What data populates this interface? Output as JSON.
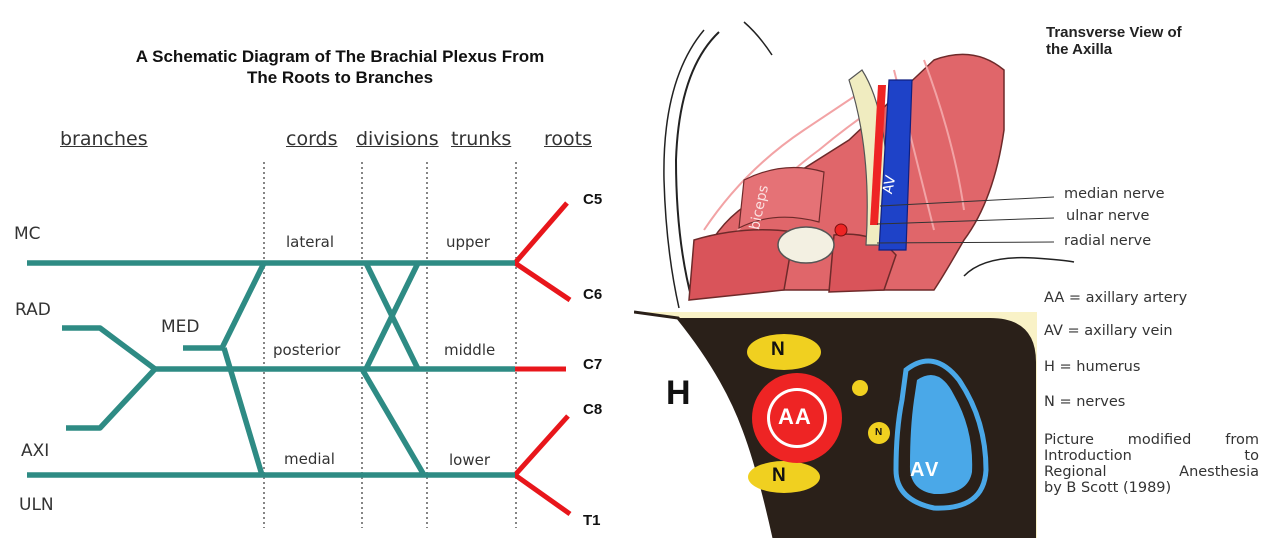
{
  "left": {
    "title_line1": "A Schematic Diagram of The Brachial Plexus From",
    "title_line2": "The Roots to Branches",
    "headers": {
      "branches": "branches",
      "cords": "cords",
      "divisions": "divisions",
      "trunks": "trunks",
      "roots": "roots"
    },
    "branches": {
      "mc": "MC",
      "rad": "RAD",
      "med": "MED",
      "axi": "AXI",
      "uln": "ULN"
    },
    "cords": {
      "lateral": "lateral",
      "posterior": "posterior",
      "medial": "medial"
    },
    "trunks": {
      "upper": "upper",
      "middle": "middle",
      "lower": "lower"
    },
    "roots": {
      "c5": "C5",
      "c6": "C6",
      "c7": "C7",
      "c8": "C8",
      "t1": "T1"
    },
    "colors": {
      "nerve": "#2e8b84",
      "root": "#e8161b"
    }
  },
  "right": {
    "title_line1": "Transverse View of",
    "title_line2": "the Axilla",
    "muscle_label": "biceps",
    "vein_label": "AV",
    "callouts": {
      "median": "median nerve",
      "ulnar": "ulnar nerve",
      "radial": "radial nerve"
    },
    "legend": {
      "aa": "AA = axillary artery",
      "av": "AV = axillary vein",
      "h": "H = humerus",
      "n": "N = nerves"
    },
    "caption_lines": [
      "Picture modified from",
      "Introduction to",
      "Regional Anesthesia",
      "by B Scott (1989)"
    ],
    "schematic": {
      "h": "H",
      "aa": "AA",
      "av": "AV",
      "n_top": "N",
      "n_bottom": "N",
      "n_small": "N"
    },
    "colors": {
      "muscle": "#e0666a",
      "artery": "#ee2424",
      "vein": "#1e42c8",
      "schematic_bg": "#f9f2c7",
      "schematic_dark": "#2a2019",
      "nerve": "#f0d020",
      "vein_light": "#4aa8e8"
    }
  }
}
